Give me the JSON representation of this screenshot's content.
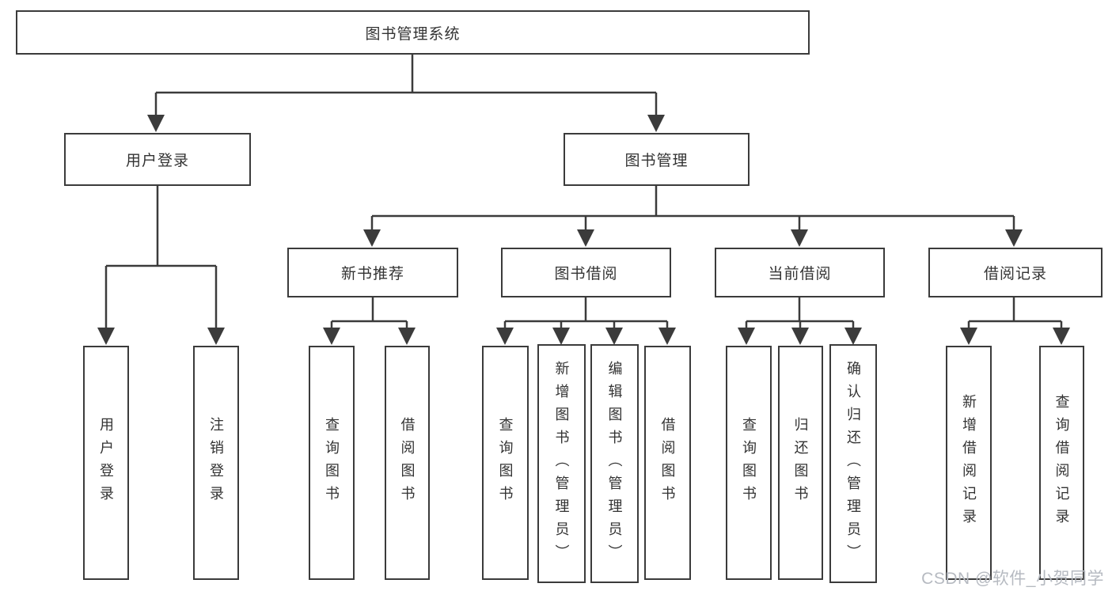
{
  "watermark": "CSDN @软件_小贺同学",
  "colors": {
    "line": "#3b3b3b",
    "box_border": "#3b3b3b",
    "text": "#333333",
    "watermark_text": "#b6bac1",
    "background": "#ffffff"
  },
  "tree": {
    "label": "图书管理系统",
    "children": [
      {
        "label": "用户登录",
        "children": [
          {
            "label": "用户登录"
          },
          {
            "label": "注销登录"
          }
        ]
      },
      {
        "label": "图书管理",
        "children": [
          {
            "label": "新书推荐",
            "children": [
              {
                "label": "查询图书"
              },
              {
                "label": "借阅图书"
              }
            ]
          },
          {
            "label": "图书借阅",
            "children": [
              {
                "label": "查询图书"
              },
              {
                "label": "新增图书（管理员）"
              },
              {
                "label": "编辑图书（管理员）"
              },
              {
                "label": "借阅图书"
              }
            ]
          },
          {
            "label": "当前借阅",
            "children": [
              {
                "label": "查询图书"
              },
              {
                "label": "归还图书"
              },
              {
                "label": "确认归还（管理员）"
              }
            ]
          },
          {
            "label": "借阅记录",
            "children": [
              {
                "label": "新增借阅记录"
              },
              {
                "label": "查询借阅记录"
              }
            ]
          }
        ]
      }
    ]
  }
}
